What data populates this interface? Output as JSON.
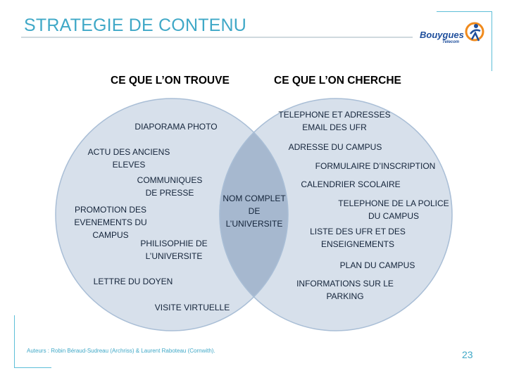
{
  "slide": {
    "title": "STRATEGIE DE CONTENU",
    "footer": "Auteurs : Robin Béraud-Sudreau (Archriss) & Laurent Raboteau (Cornwith).",
    "page_number": "23"
  },
  "logo": {
    "brand": "Bouygues",
    "sub": "Telecom"
  },
  "venn": {
    "left_heading": "CE QUE L’ON TROUVE",
    "right_heading": "CE QUE L’ON CHERCHE",
    "left_items": [
      [
        "DIAPORAMA PHOTO"
      ],
      [
        "ACTU DES ANCIENS",
        "ELEVES"
      ],
      [
        "COMMUNIQUES",
        "DE PRESSE"
      ],
      [
        "PROMOTION DES",
        "EVENEMENTS DU",
        "CAMPUS"
      ],
      [
        "PHILISOPHIE DE",
        "L’UNIVERSITE"
      ],
      [
        "LETTRE DU DOYEN"
      ],
      [
        "VISITE VIRTUELLE"
      ]
    ],
    "overlap_item": [
      "NOM COMPLET",
      "DE",
      "L’UNIVERSITE"
    ],
    "right_items": [
      [
        "TELEPHONE ET ADRESSES",
        "EMAIL DES UFR"
      ],
      [
        "ADRESSE DU CAMPUS"
      ],
      [
        "FORMULAIRE D’INSCRIPTION"
      ],
      [
        "CALENDRIER SCOLAIRE"
      ],
      [
        "TELEPHONE DE LA POLICE",
        "DU CAMPUS"
      ],
      [
        "LISTE DES UFR ET DES",
        "ENSEIGNEMENTS"
      ],
      [
        "PLAN DU CAMPUS"
      ],
      [
        "INFORMATIONS SUR LE",
        "PARKING"
      ]
    ],
    "colors": {
      "circle_fill": "#d3dde9",
      "circle_stroke": "#a9bed6",
      "overlap_fill": "#a6b8cf"
    }
  }
}
